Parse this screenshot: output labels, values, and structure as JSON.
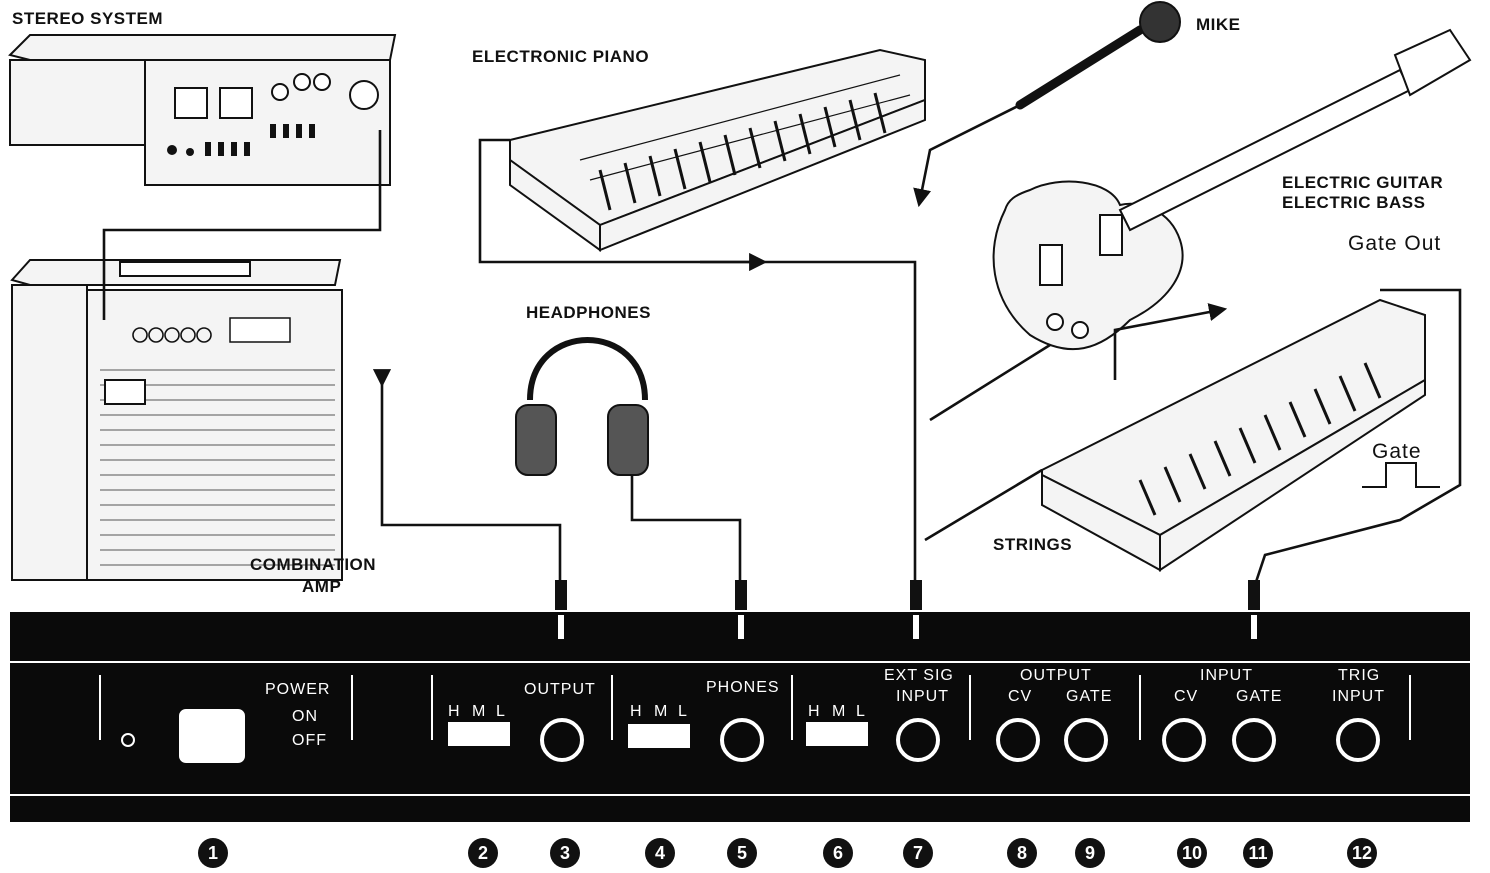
{
  "devices": {
    "stereo_system": "STEREO SYSTEM",
    "electronic_piano": "ELECTRONIC PIANO",
    "mike": "MIKE",
    "electric_guitar": "ELECTRIC GUITAR",
    "electric_bass": "ELECTRIC BASS",
    "gate_out": "Gate Out",
    "headphones": "HEADPHONES",
    "combination_amp_line1": "COMBINATION",
    "combination_amp_line2": "AMP",
    "strings": "STRINGS",
    "gate": "Gate"
  },
  "panel": {
    "power": "POWER",
    "on": "ON",
    "off": "OFF",
    "output": "OUTPUT",
    "phones": "PHONES",
    "ext_sig": "EXT SIG",
    "input": "INPUT",
    "output_group": "OUTPUT",
    "cv": "CV",
    "gate": "GATE",
    "input_group": "INPUT",
    "cv2": "CV",
    "gate2": "GATE",
    "trig": "TRIG",
    "trig_input": "INPUT",
    "hml": [
      "H",
      "M",
      "L"
    ]
  },
  "callouts": [
    "1",
    "2",
    "3",
    "4",
    "5",
    "6",
    "7",
    "8",
    "9",
    "10",
    "11",
    "12"
  ]
}
